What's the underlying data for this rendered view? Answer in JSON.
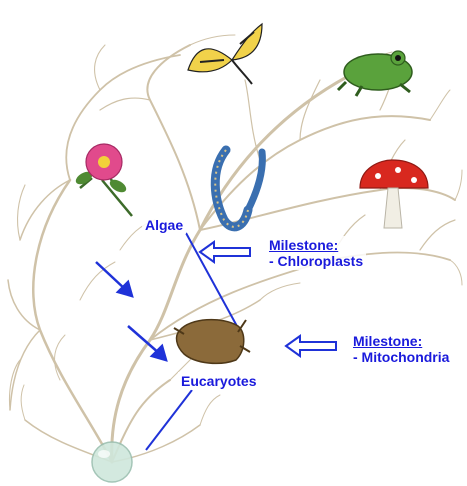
{
  "labels": {
    "algae": "Algae",
    "eucaryotes": "Eucaryotes"
  },
  "milestones": [
    {
      "title": "Milestone:",
      "item": "- Chloroplasts"
    },
    {
      "title": "Milestone:",
      "item": "- Mitochondria"
    }
  ],
  "colors": {
    "tree": "#cfc2a8",
    "label_blue": "#1a1adc",
    "arrow_blue": "#1f32d8"
  },
  "organism_icons": [
    "butterfly-icon",
    "frog-icon",
    "rose-icon",
    "worm-icon",
    "mushroom-icon",
    "protist-icon",
    "sphere-icon"
  ]
}
